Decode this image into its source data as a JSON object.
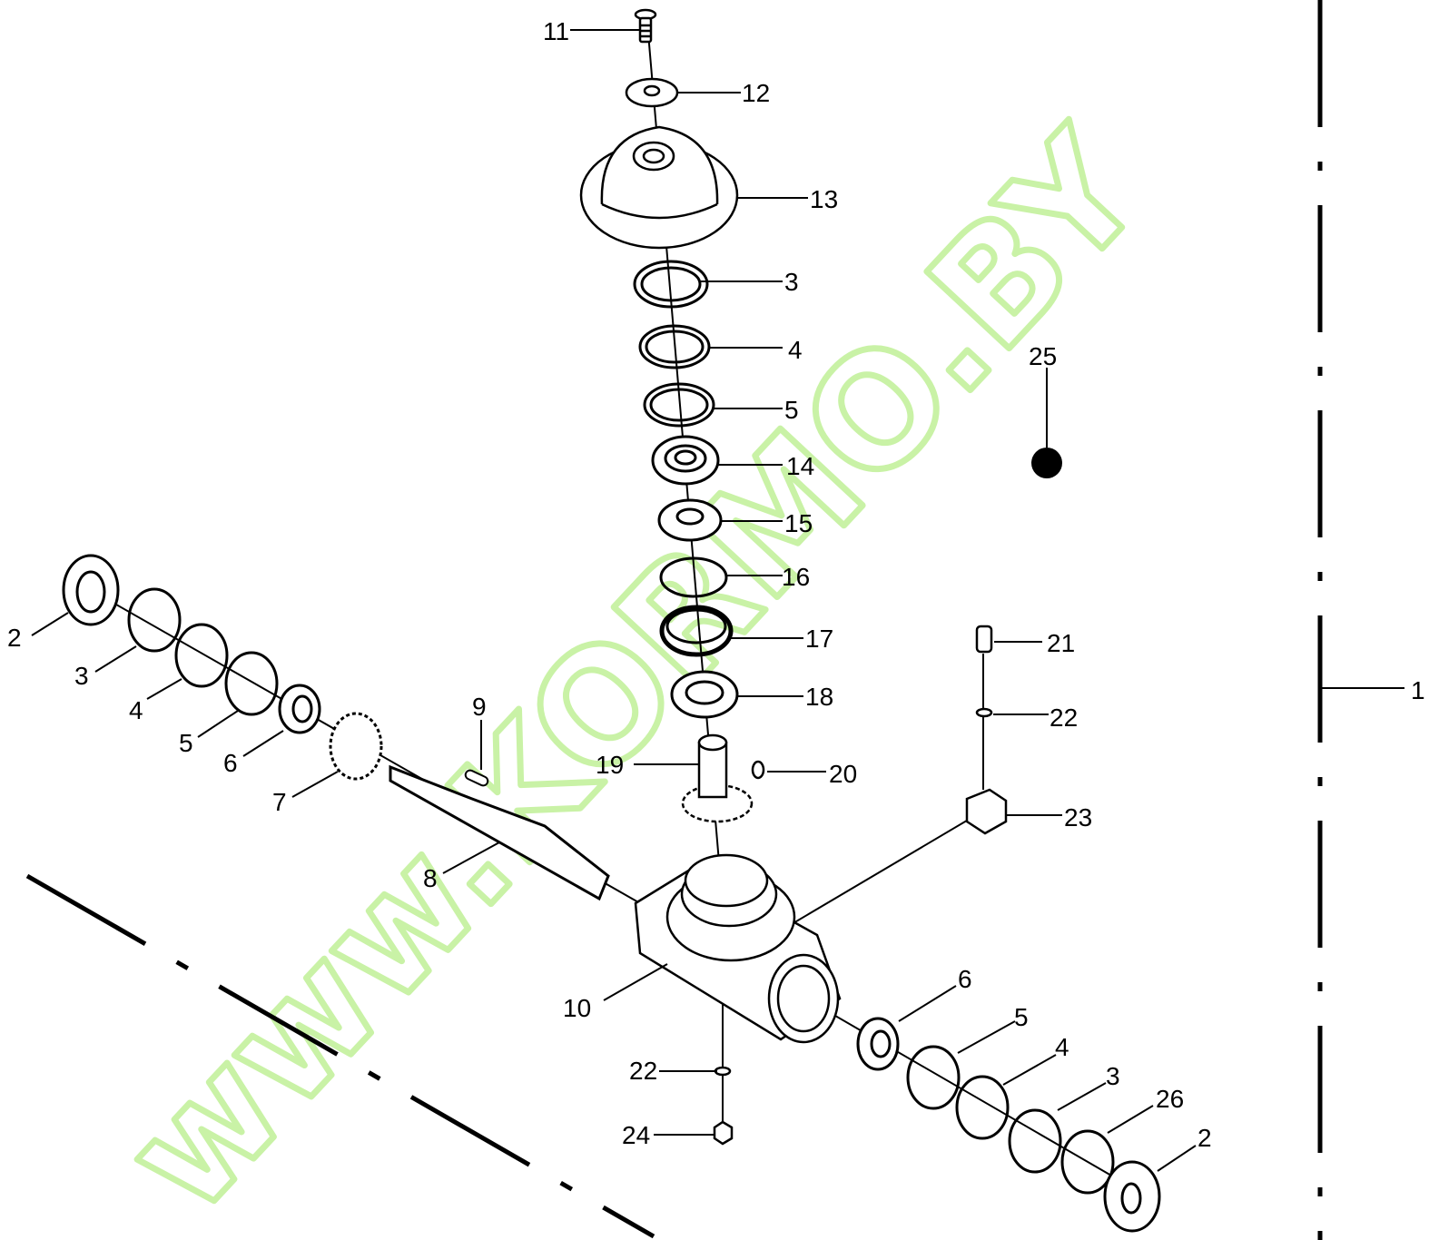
{
  "diagram": {
    "watermark_text": "www.KORMO.BY",
    "colors": {
      "line": "#000000",
      "watermark": "#c9f2a6"
    },
    "callouts": [
      {
        "id": "11-top",
        "text": "11"
      },
      {
        "id": "12",
        "text": "12"
      },
      {
        "id": "13",
        "text": "13"
      },
      {
        "id": "3-top",
        "text": "3"
      },
      {
        "id": "4-top",
        "text": "4"
      },
      {
        "id": "5-top",
        "text": "5"
      },
      {
        "id": "14",
        "text": "14"
      },
      {
        "id": "15",
        "text": "15"
      },
      {
        "id": "16",
        "text": "16"
      },
      {
        "id": "17",
        "text": "17"
      },
      {
        "id": "18",
        "text": "18"
      },
      {
        "id": "19",
        "text": "19"
      },
      {
        "id": "20",
        "text": "20"
      },
      {
        "id": "21",
        "text": "21"
      },
      {
        "id": "22-right",
        "text": "22"
      },
      {
        "id": "23",
        "text": "23"
      },
      {
        "id": "25",
        "text": "25"
      },
      {
        "id": "2-left",
        "text": "2"
      },
      {
        "id": "3-left",
        "text": "3"
      },
      {
        "id": "4-left",
        "text": "4"
      },
      {
        "id": "5-left",
        "text": "5"
      },
      {
        "id": "6-left",
        "text": "6"
      },
      {
        "id": "7",
        "text": "7"
      },
      {
        "id": "8",
        "text": "8"
      },
      {
        "id": "9",
        "text": "9"
      },
      {
        "id": "10",
        "text": "10"
      },
      {
        "id": "6-right",
        "text": "6"
      },
      {
        "id": "5-right",
        "text": "5"
      },
      {
        "id": "4-right",
        "text": "4"
      },
      {
        "id": "3-right",
        "text": "3"
      },
      {
        "id": "26",
        "text": "26"
      },
      {
        "id": "2-right",
        "text": "2"
      },
      {
        "id": "22-bottom",
        "text": "22"
      },
      {
        "id": "24",
        "text": "24"
      },
      {
        "id": "1-edge",
        "text": "1"
      }
    ]
  }
}
